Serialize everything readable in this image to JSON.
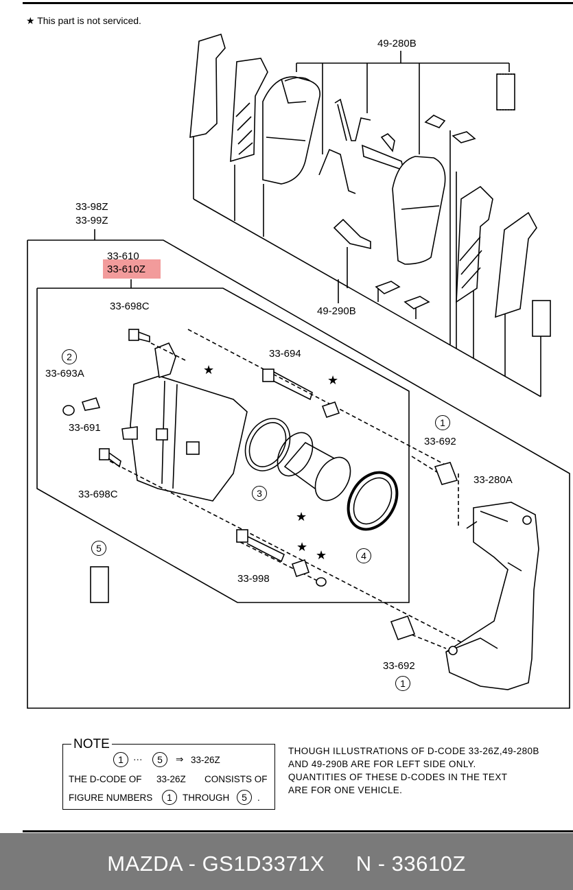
{
  "header_note": "★ This part is not serviced.",
  "labels": {
    "l_49_280b": "49-280B",
    "l_33_98z": "33-98Z",
    "l_33_99z": "33-99Z",
    "l_33_610": "33-610",
    "l_33_610z": "33-610Z",
    "l_33_698c_top": "33-698C",
    "l_33_693a": "33-693A",
    "l_33_691": "33-691",
    "l_33_698c_bot": "33-698C",
    "l_33_694": "33-694",
    "l_49_290b": "49-290B",
    "l_33_692_top": "33-692",
    "l_33_280a": "33-280A",
    "l_33_998": "33-998",
    "l_33_692_bot": "33-692"
  },
  "circled_numbers": {
    "c_2": "2",
    "c_1_top": "1",
    "c_3": "3",
    "c_4": "4",
    "c_5": "5",
    "c_1_bot": "1"
  },
  "star_symbol": "★",
  "highlight_color": "#f08a8a",
  "note": {
    "title": "NOTE",
    "range_from": "1",
    "range_dots": "···",
    "range_to": "5",
    "arrow": "⇒",
    "range_target": "33-26Z",
    "line2_a": "THE D-CODE OF",
    "line2_b": "33-26Z",
    "line2_c": "CONSISTS OF",
    "line3_a": "FIGURE NUMBERS",
    "line3_b": "1",
    "line3_c": "THROUGH",
    "line3_d": "5",
    "line3_e": "."
  },
  "right_note": {
    "line1": "THOUGH ILLUSTRATIONS OF D-CODE 33-26Z,49-280B",
    "line2": "AND 49-290B ARE FOR LEFT SIDE ONLY.",
    "line3": "QUANTITIES OF THESE D-CODES IN THE TEXT",
    "line4": "ARE FOR ONE VEHICLE."
  },
  "footer": {
    "brand": "MAZDA",
    "sep1": " - ",
    "part_number": "GS1D3371X",
    "spacer": "     ",
    "n_label": "N",
    "sep2": " - ",
    "code": "33610Z"
  }
}
